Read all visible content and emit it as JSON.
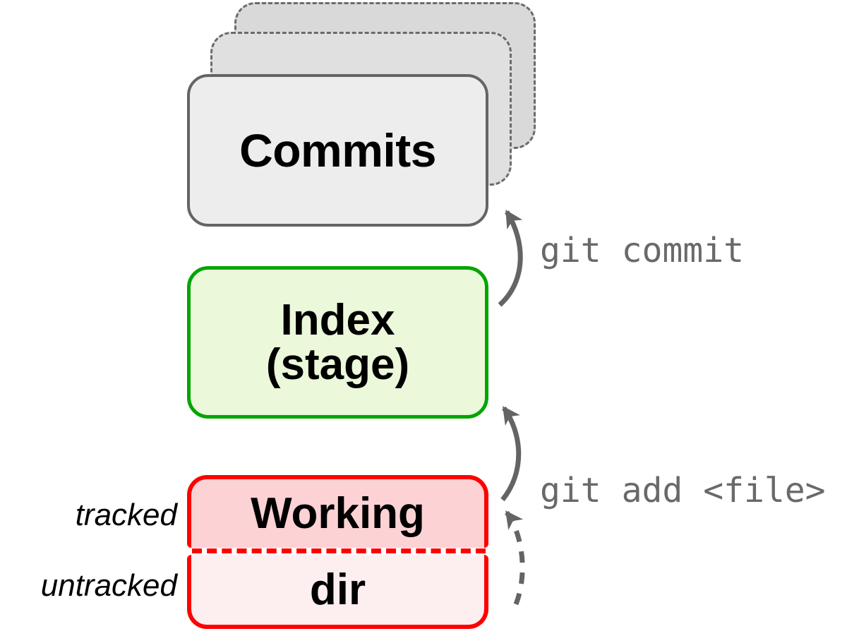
{
  "diagram": {
    "title": "Git data transport / areas diagram",
    "colors": {
      "commit_border": "#646464",
      "commit_fill_front": "#ededed",
      "commit_fill_mid": "#e0e0e0",
      "commit_fill_back": "#d9d9d9",
      "index_border": "#00a500",
      "index_fill": "#ebf8da",
      "working_border": "#ff0000",
      "working_tracked_fill": "#fcd2d5",
      "working_untracked_fill": "#fdeef0",
      "arrow_color": "#646464",
      "command_text": "#696969"
    },
    "nodes": {
      "commits": {
        "label": "Commits",
        "stack_layers": 3
      },
      "index": {
        "label": "Index\n(stage)"
      },
      "working_tracked": {
        "label": "Working"
      },
      "working_untracked": {
        "label": "dir"
      }
    },
    "side_labels": {
      "tracked": "tracked",
      "untracked": "untracked"
    },
    "commands": {
      "commit": "git commit",
      "add": "git add <file>"
    },
    "arrows": [
      {
        "name": "commit-arrow",
        "from": "index",
        "to": "commits",
        "style": "solid",
        "label": "git commit"
      },
      {
        "name": "add-tracked-arrow",
        "from": "working-tracked",
        "to": "index",
        "style": "solid",
        "label": "git add <file>"
      },
      {
        "name": "add-untracked-arrow",
        "from": "working-untracked",
        "to": "working-tracked",
        "style": "dashed",
        "label": "git add <file>"
      }
    ]
  }
}
